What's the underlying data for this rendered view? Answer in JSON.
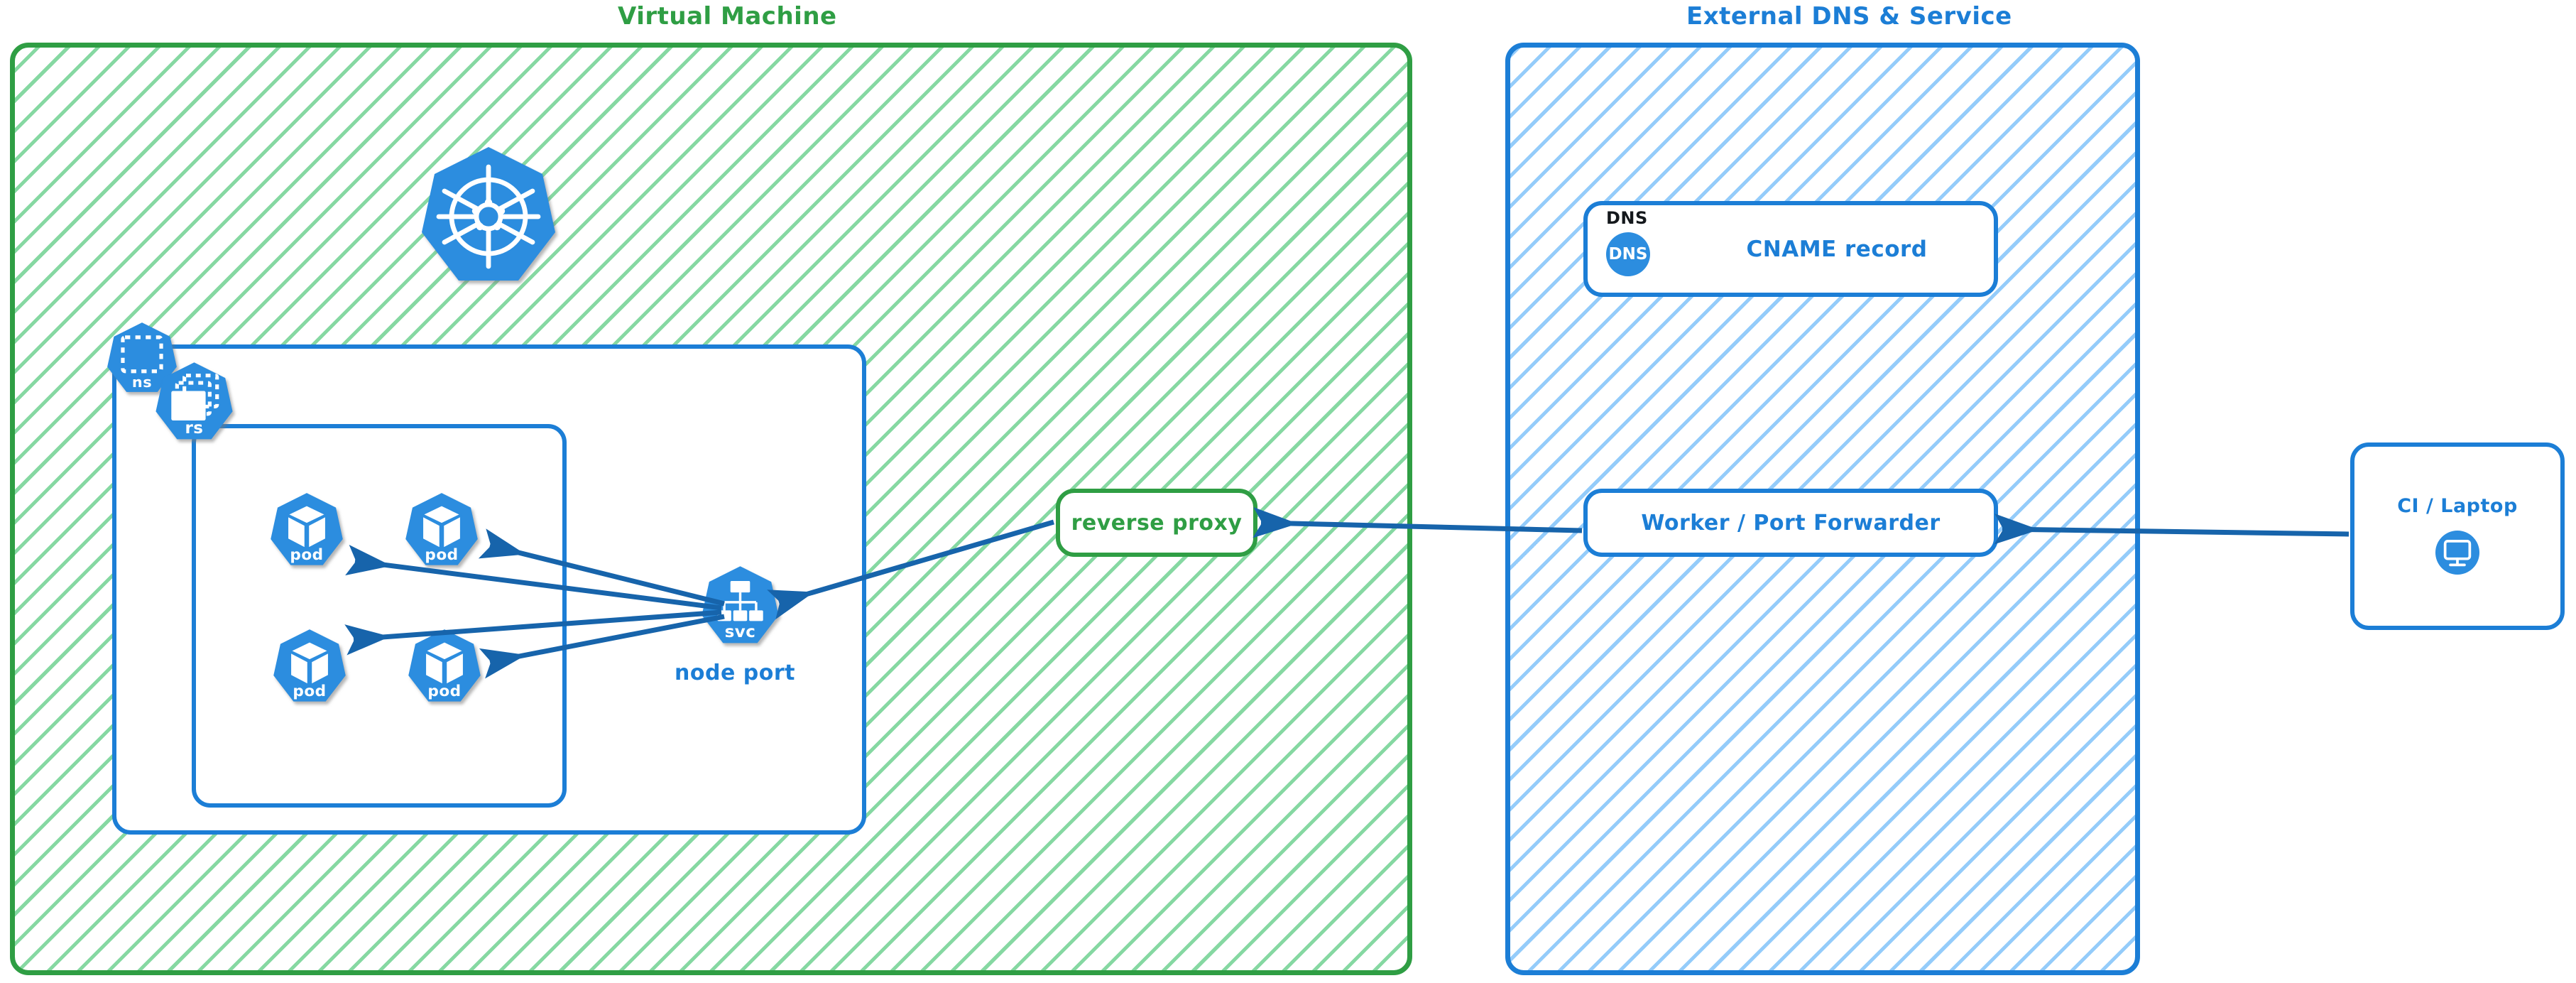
{
  "diagram": {
    "title_hidden": "",
    "colors": {
      "green": "#2f9e44",
      "green_hatch": "#71d192",
      "blue": "#1c7ed6",
      "blue_hatch": "#89c6fa",
      "k8s_blue": "#2c8ddf",
      "white": "#ffffff",
      "black": "#14181c"
    }
  },
  "zones": [
    {
      "id": "virtual-machine",
      "title": "Virtual Machine",
      "color": "#2f9e44",
      "hatch": "#71d192"
    },
    {
      "id": "external-dns-service",
      "title": "External DNS & Service",
      "color": "#1c7ed6",
      "hatch": "#89c6fa"
    }
  ],
  "vm": {
    "k8s_logo": {
      "icon": "kubernetes-logo-icon",
      "label": ""
    },
    "namespace": {
      "badge_label": "ns",
      "icon": "namespace-icon"
    },
    "replicaset": {
      "badge_label": "rs",
      "icon": "replicaset-icon"
    },
    "pods": [
      {
        "badge_label": "pod",
        "icon": "pod-icon"
      },
      {
        "badge_label": "pod",
        "icon": "pod-icon"
      },
      {
        "badge_label": "pod",
        "icon": "pod-icon"
      },
      {
        "badge_label": "pod",
        "icon": "pod-icon"
      }
    ],
    "service": {
      "badge_label": "svc",
      "icon": "service-icon",
      "caption": "node port"
    },
    "reverse_proxy": {
      "label": "reverse proxy"
    }
  },
  "external": {
    "dns_card": {
      "kicker": "DNS",
      "badge_text": "DNS",
      "badge_icon": "dns-circle-icon",
      "record": "CNAME record"
    },
    "worker": {
      "label": "Worker / Port Forwarder"
    }
  },
  "client": {
    "box": {
      "label": "CI / Laptop",
      "icon": "desktop-monitor-icon"
    }
  },
  "edges": [
    {
      "from": "svc",
      "to": "pod-1",
      "kind": "arrow"
    },
    {
      "from": "svc",
      "to": "pod-2",
      "kind": "arrow"
    },
    {
      "from": "svc",
      "to": "pod-3",
      "kind": "arrow"
    },
    {
      "from": "svc",
      "to": "pod-4",
      "kind": "arrow"
    },
    {
      "from": "reverse-proxy",
      "to": "svc",
      "kind": "arrow"
    },
    {
      "from": "worker",
      "to": "reverse-proxy",
      "kind": "arrow"
    },
    {
      "from": "ci-laptop",
      "to": "worker",
      "kind": "arrow"
    }
  ]
}
